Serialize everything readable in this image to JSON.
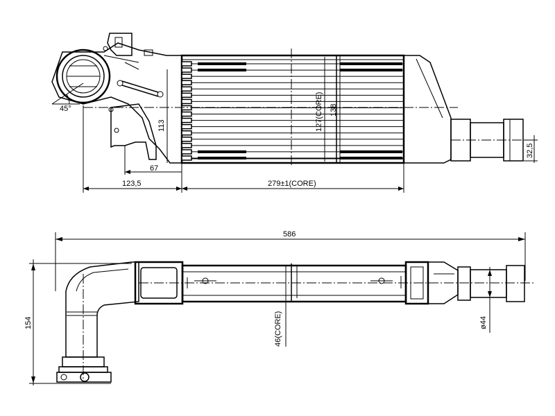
{
  "dimensions": {
    "bracket_offset": "123,5",
    "mount_offset": "67",
    "core_length": "279±1(CORE)",
    "core_height": "127(CORE)",
    "overall_height_top": "138",
    "bracket_height": "113",
    "outlet_offset": "32,5",
    "overall_length": "586",
    "overall_height_side": "154",
    "core_depth": "46(CORE)",
    "outlet_diameter": "ø44",
    "angle": "45°"
  }
}
